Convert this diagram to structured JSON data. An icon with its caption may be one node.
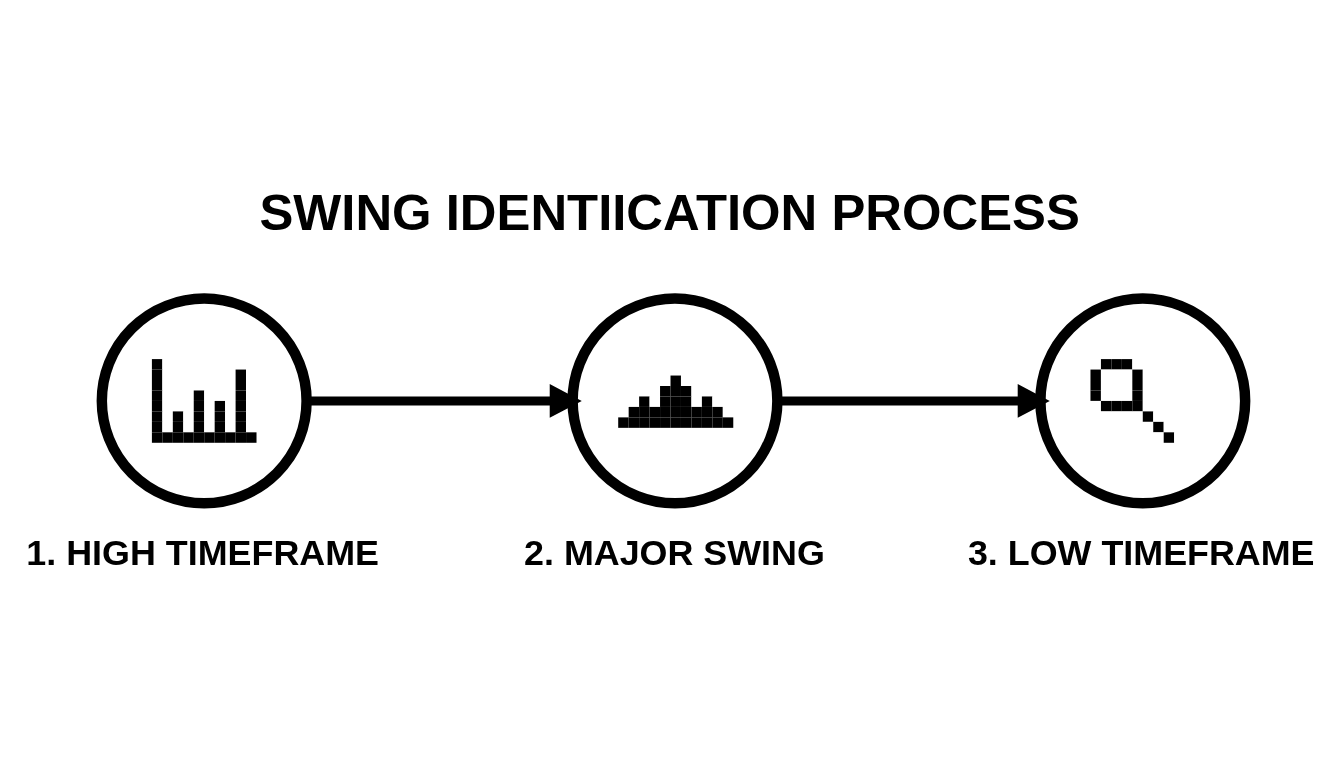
{
  "diagram": {
    "title": "SWING IDENTIICATION PROCESS",
    "nodes": [
      {
        "text": [],
        "shape": "circle",
        "beside": [
          "1. HIGH TIMEFRAME"
        ]
      },
      {
        "text": [],
        "shape": "circle",
        "beside": [
          "2. MAJOR SWING"
        ]
      },
      {
        "text": [],
        "shape": "circle",
        "beside": [
          "3. LOW TIMEFRAME"
        ]
      }
    ],
    "edges": [
      {
        "from": 0,
        "to": 1,
        "arrow": "to"
      },
      {
        "from": 1,
        "to": 2,
        "arrow": "to"
      }
    ]
  }
}
